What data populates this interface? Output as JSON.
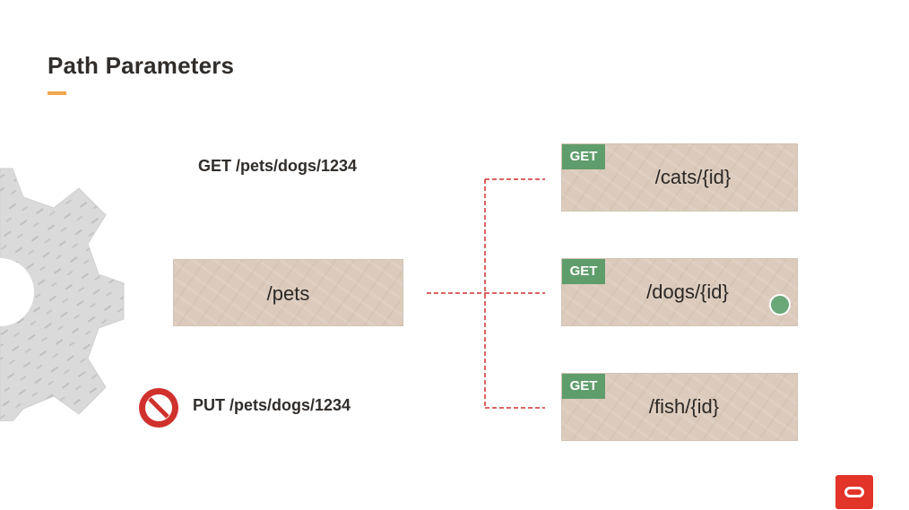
{
  "slide": {
    "title": "Path Parameters",
    "accent_color": "#f3a64b"
  },
  "requests": {
    "allowed": "GET /pets/dogs/1234",
    "blocked": "PUT /pets/dogs/1234"
  },
  "resource": {
    "parent": "/pets"
  },
  "endpoints": [
    {
      "method": "GET",
      "path": "/cats/{id}",
      "selected": false
    },
    {
      "method": "GET",
      "path": "/dogs/{id}",
      "selected": true
    },
    {
      "method": "GET",
      "path": "/fish/{id}",
      "selected": false
    }
  ],
  "colors": {
    "method_badge": "#5f9d6c",
    "resource_box": "#dccbbc",
    "connector": "#d0312d",
    "blocked_icon": "#d0312d",
    "brand": "#e3342a"
  },
  "icons": {
    "decorative": "gear-icon",
    "blocked": "no-entry-icon",
    "selected_marker": "status-dot-icon",
    "brand": "oracle-logo"
  }
}
